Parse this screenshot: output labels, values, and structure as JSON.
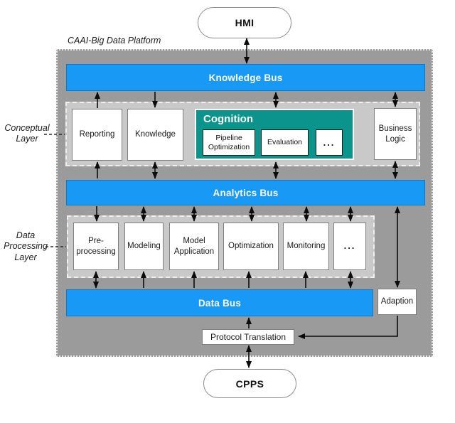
{
  "colors": {
    "bus_blue": "#1799f5",
    "cognition_teal": "#0a948c",
    "platform_gray": "#9b9b9b",
    "layer_gray": "#c9c9c9"
  },
  "nodes": {
    "hmi": "HMI",
    "cpps": "CPPS"
  },
  "platform": {
    "title": "CAAI-Big Data Platform"
  },
  "buses": {
    "knowledge": "Knowledge Bus",
    "analytics": "Analytics Bus",
    "data": "Data Bus"
  },
  "conceptual_layer": {
    "label_lines": [
      "Conceptual",
      "Layer"
    ],
    "boxes": [
      "Reporting",
      "Knowledge"
    ],
    "cognition": {
      "title": "Cognition",
      "boxes": [
        "Pipeline Optimization",
        "Evaluation",
        "..."
      ]
    },
    "business_logic": "Business Logic"
  },
  "data_processing_layer": {
    "label_lines": [
      "Data",
      "Processing",
      "Layer"
    ],
    "boxes": [
      "Pre-processing",
      "Modeling",
      "Model Application",
      "Optimization",
      "Monitoring",
      "..."
    ]
  },
  "edge_nodes": {
    "adaption": "Adaption",
    "protocol_translation": "Protocol Translation"
  }
}
